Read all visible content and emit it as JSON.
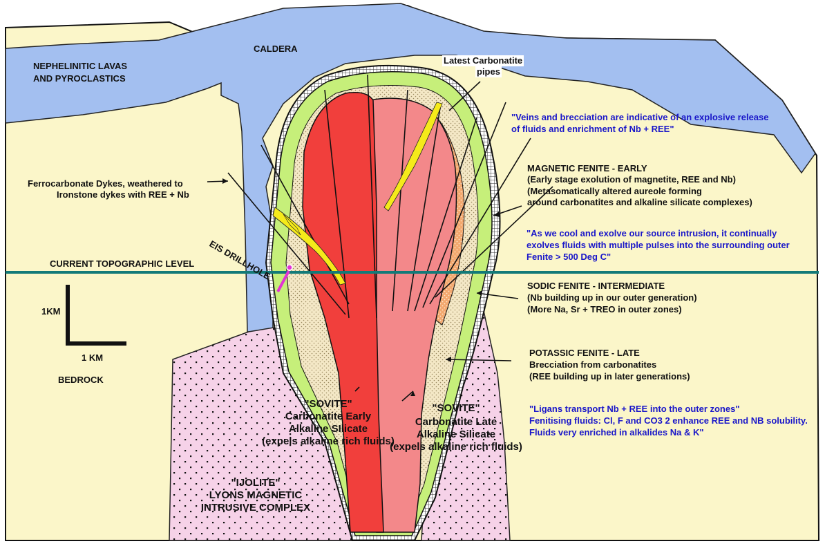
{
  "labels": {
    "caldera": "CALDERA",
    "nephelinitic_l1": "NEPHELINITIC LAVAS",
    "nephelinitic_l2": "AND PYROCLASTICS",
    "latest_pipes_l1": "Latest Carbonatite",
    "latest_pipes_l2": "pipes",
    "quote_veins_l1": "\"Veins and brecciation are indicative of an explosive release",
    "quote_veins_l2": "of fluids and enrichment of Nb + REE\"",
    "magnetic_fenite_l1": "MAGNETIC FENITE - EARLY",
    "magnetic_fenite_l2": "(Early stage exolution of magnetite, REE and Nb)",
    "magnetic_fenite_l3": "(Metasomatically altered aureole forming",
    "magnetic_fenite_l4": "around carbonatites and alkaline silicate complexes)",
    "ferro_l1": "Ferrocarbonate Dykes, weathered to",
    "ferro_l2": "Ironstone dykes with REE + Nb",
    "eis_drillhole": "EIS DRILLHOLE",
    "quote_cool_l1": "\"As we cool and exolve our source intrusion, it continually",
    "quote_cool_l2": "exolves fluids with multiple pulses into the surrounding outer",
    "quote_cool_l3": "Fenite > 500 Deg C\"",
    "topo_level": "CURRENT TOPOGRAPHIC LEVEL",
    "sodic_l1": "SODIC FENITE - INTERMEDIATE",
    "sodic_l2": "(Nb building up in our outer generation)",
    "sodic_l3": "(More Na, Sr + TREO in outer zones)",
    "scale_v": "1KM",
    "scale_h": "1 KM",
    "potassic_l1": "POTASSIC FENITE - LATE",
    "potassic_l2": "Brecciation from carbonatites",
    "potassic_l3": "(REE building up in later generations)",
    "bedrock": "BEDROCK",
    "sovite_early_l1": "\"SOVITE\"",
    "sovite_early_l2": "Carbonatite Early",
    "sovite_early_l3": "Alkaline SIlicate",
    "sovite_early_l4": "(expels alkaline rich fluids)",
    "sovite_late_l1": "\"SOVITE\"",
    "sovite_late_l2": "Carbonatite Late",
    "sovite_late_l3": "Alkaline Silicate",
    "sovite_late_l4": "(expels alkaline rich fluids)",
    "quote_ligans_l1": "\"Ligans transport Nb + REE  into the outer zones\"",
    "quote_ligans_l2": "Fenitising fluids: Cl, F and CO3 2 enhance REE and NB solubility.",
    "quote_ligans_l3": "Fluids very enriched in alkalides Na & K\"",
    "ijolite_l1": "\"IJOLITE\"",
    "ijolite_l2": "LYONS MAGNETIC",
    "ijolite_l3": "INTRUSIVE COMPLEX"
  },
  "colors": {
    "lava_blue": "#a3bff0",
    "bedrock_cream": "#fbf6c9",
    "ijolite_pink": "#f6d2e8",
    "magnetic_green": "#c6ef7a",
    "sodic_tan": "#f4e8c6",
    "potassic_orange": "#f3a86e",
    "sovite_early_red": "#f13f3c",
    "sovite_late_salmon": "#f3888a",
    "dyke_yellow": "#f5ea1a",
    "topo_teal": "#137a78",
    "drill_magenta": "#e233d4",
    "quote_blue": "#1a17c9"
  }
}
